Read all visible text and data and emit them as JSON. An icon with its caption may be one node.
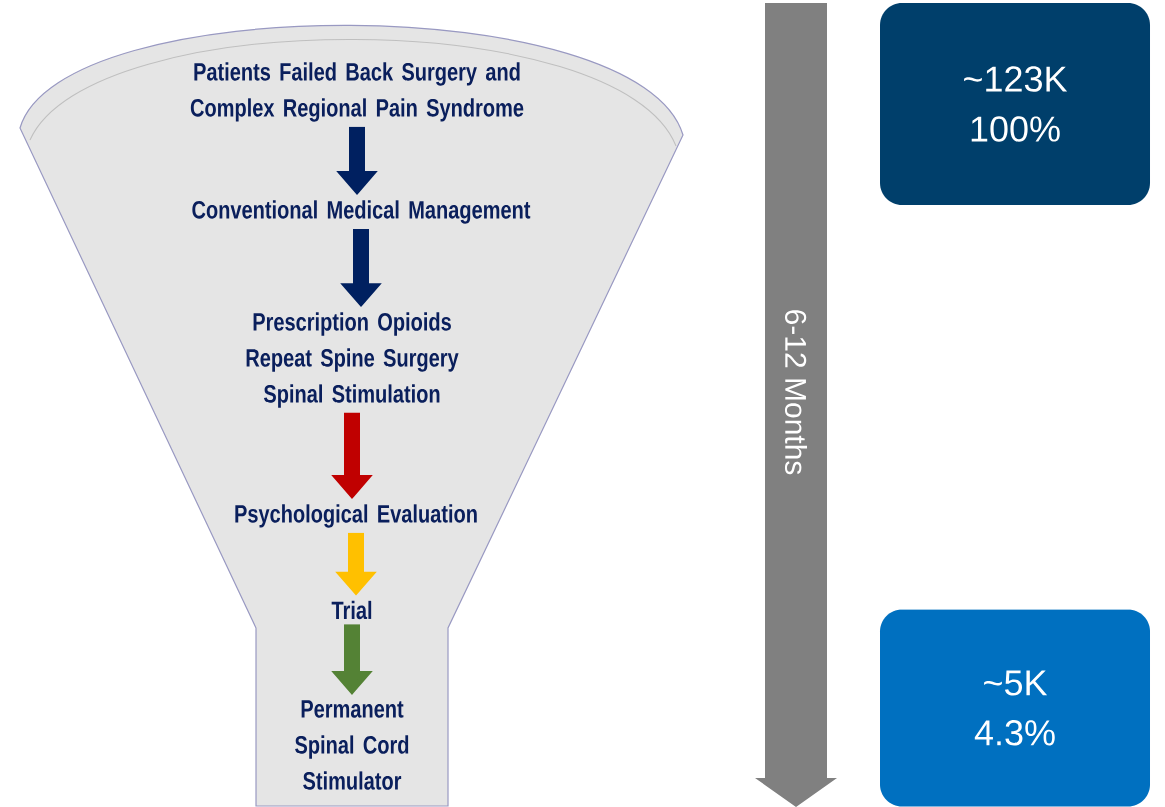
{
  "diagram": {
    "nodes": [
      {
        "text": [],
        "shape": "funnel"
      },
      {
        "text": [
          "Patients Failed Back Surgery and Complex Regional Pain Syndrome"
        ],
        "in": 0
      },
      {
        "text": [
          "Conventional Medical Management"
        ],
        "in": 0
      },
      {
        "text": [
          "Prescription Opioids Repeat Spine Surgery Spinal Stimulation"
        ],
        "in": 0
      },
      {
        "text": [
          "Psychological Evaluation"
        ],
        "in": 0
      },
      {
        "text": [
          "Trial"
        ],
        "in": 0
      },
      {
        "text": [
          "Permanent Spinal Cord Stimulator"
        ],
        "in": 0
      },
      {
        "text": [
          "6-12 Months"
        ]
      },
      {
        "text": [
          "~123K",
          "100%"
        ]
      },
      {
        "text": [
          "~5K",
          "4.3%"
        ]
      }
    ],
    "edges": [
      {
        "from": 1,
        "to": 2,
        "arrow": "to",
        "color": "#002060"
      },
      {
        "from": 2,
        "to": 3,
        "arrow": "to",
        "color": "#002060"
      },
      {
        "from": 3,
        "to": 4,
        "arrow": "to",
        "color": "#c00000"
      },
      {
        "from": 4,
        "to": 5,
        "arrow": "to",
        "color": "#ffc000"
      },
      {
        "from": 5,
        "to": 6,
        "arrow": "to",
        "color": "#548235"
      }
    ]
  }
}
